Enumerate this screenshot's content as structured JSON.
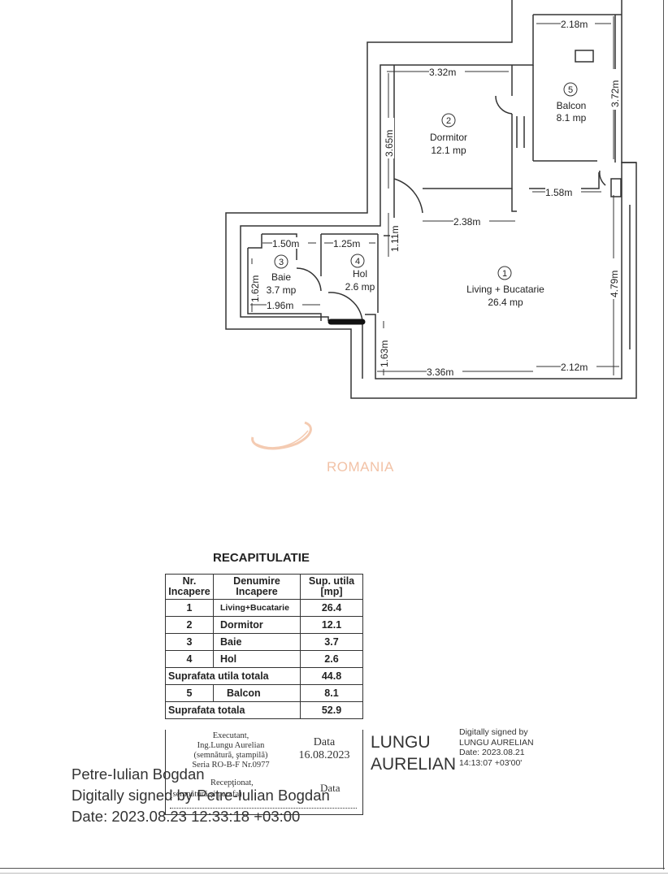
{
  "plan": {
    "rooms": [
      {
        "nr": "1",
        "name": "Living + Bucatarie",
        "area": "26.4 mp"
      },
      {
        "nr": "2",
        "name": "Dormitor",
        "area": "12.1 mp"
      },
      {
        "nr": "3",
        "name": "Baie",
        "area": "3.7 mp"
      },
      {
        "nr": "4",
        "name": "Hol",
        "area": "2.6 mp"
      },
      {
        "nr": "5",
        "name": "Balcon",
        "area": "8.1 mp"
      }
    ],
    "dimensions": {
      "balcon_width": "2.18m",
      "balcon_height": "3.72m",
      "dormitor_width": "3.32m",
      "dormitor_height": "3.65m",
      "living_top_right": "1.58m",
      "living_top": "2.38m",
      "hol_height": "1.11m",
      "baie_top": "1.50m",
      "hol_top": "1.25m",
      "baie_height": "1.62m",
      "baie_bottom": "1.96m",
      "living_right": "4.79m",
      "entry_height": "1.63m",
      "living_bottom": "3.36m",
      "living_bottom_right": "2.12m"
    }
  },
  "watermark": {
    "text": "ROMANIA"
  },
  "recap": {
    "title": "RECAPITULATIE",
    "headers": {
      "nr": "Nr. Incapere",
      "denumire": "Denumire Incapere",
      "sup": "Sup. utila [mp]"
    },
    "rows": [
      {
        "nr": "1",
        "name": "Living+Bucatarie",
        "value": "26.4"
      },
      {
        "nr": "2",
        "name": "Dormitor",
        "value": "12.1"
      },
      {
        "nr": "3",
        "name": "Baie",
        "value": "3.7"
      },
      {
        "nr": "4",
        "name": "Hol",
        "value": "2.6"
      }
    ],
    "sup_utila_label": "Suprafata utila totala",
    "sup_utila_value": "44.8",
    "balcon_nr": "5",
    "balcon_name": "Balcon",
    "balcon_value": "8.1",
    "sup_totala_label": "Suprafata totala",
    "sup_totala_value": "52.9",
    "executant_l1": "Executant,",
    "executant_l2": "Ing.Lungu Aurelian",
    "executant_l3": "(semnătură, ştampilă)",
    "executant_l4": "Seria RO-B-F Nr.0977",
    "data_label": "Data",
    "data_value": "16.08.2023",
    "receptionat": "Recepţionat,",
    "receptionat_l2": "(semnătură și parafa)",
    "data2_label": "Data"
  },
  "signature_lungu": {
    "name_l1": "LUNGU",
    "name_l2": "AURELIAN",
    "l1": "Digitally signed by",
    "l2": "LUNGU AURELIAN",
    "l3": "Date: 2023.08.21",
    "l4": "14:13:07 +03'00'"
  },
  "signature_petre": {
    "name": "Petre-Iulian Bogdan",
    "l1": "Digitally signed by Petre-Iulian Bogdan",
    "l2": "Date: 2023.08.23 12:33:18 +03:00"
  }
}
